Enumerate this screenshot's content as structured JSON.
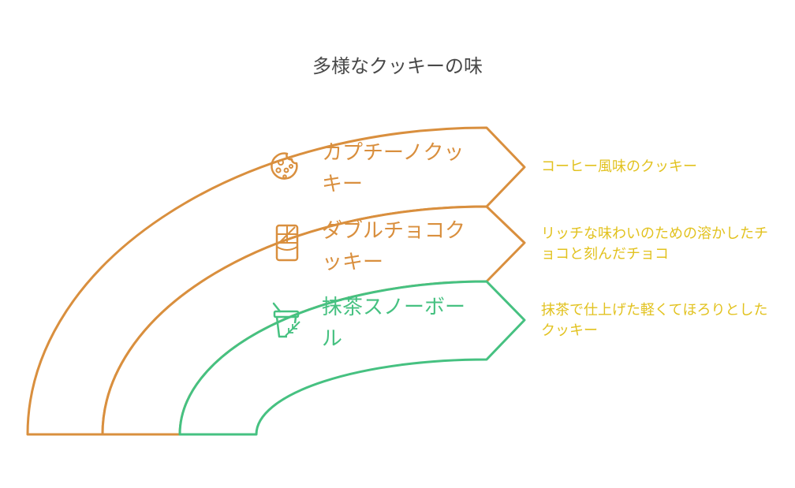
{
  "title": "多様なクッキーの味",
  "colors": {
    "orange": "#d98f3e",
    "green": "#46c181",
    "yellow": "#e2c21f",
    "title": "#484848"
  },
  "items": [
    {
      "name": "カプチーノクッキー",
      "description": "コーヒー風味のクッキー",
      "icon": "cookie-icon",
      "color": "#d98f3e"
    },
    {
      "name": "ダブルチョコクッキー",
      "description": "リッチな味わいのための溶かしたチョコと刻んだチョコ",
      "icon": "chocolate-bar-icon",
      "color": "#d98f3e"
    },
    {
      "name": "抹茶スノーボール",
      "description": "抹茶で仕上げた軽くてほろりとしたクッキー",
      "icon": "matcha-drink-icon",
      "color": "#46c181"
    }
  ]
}
